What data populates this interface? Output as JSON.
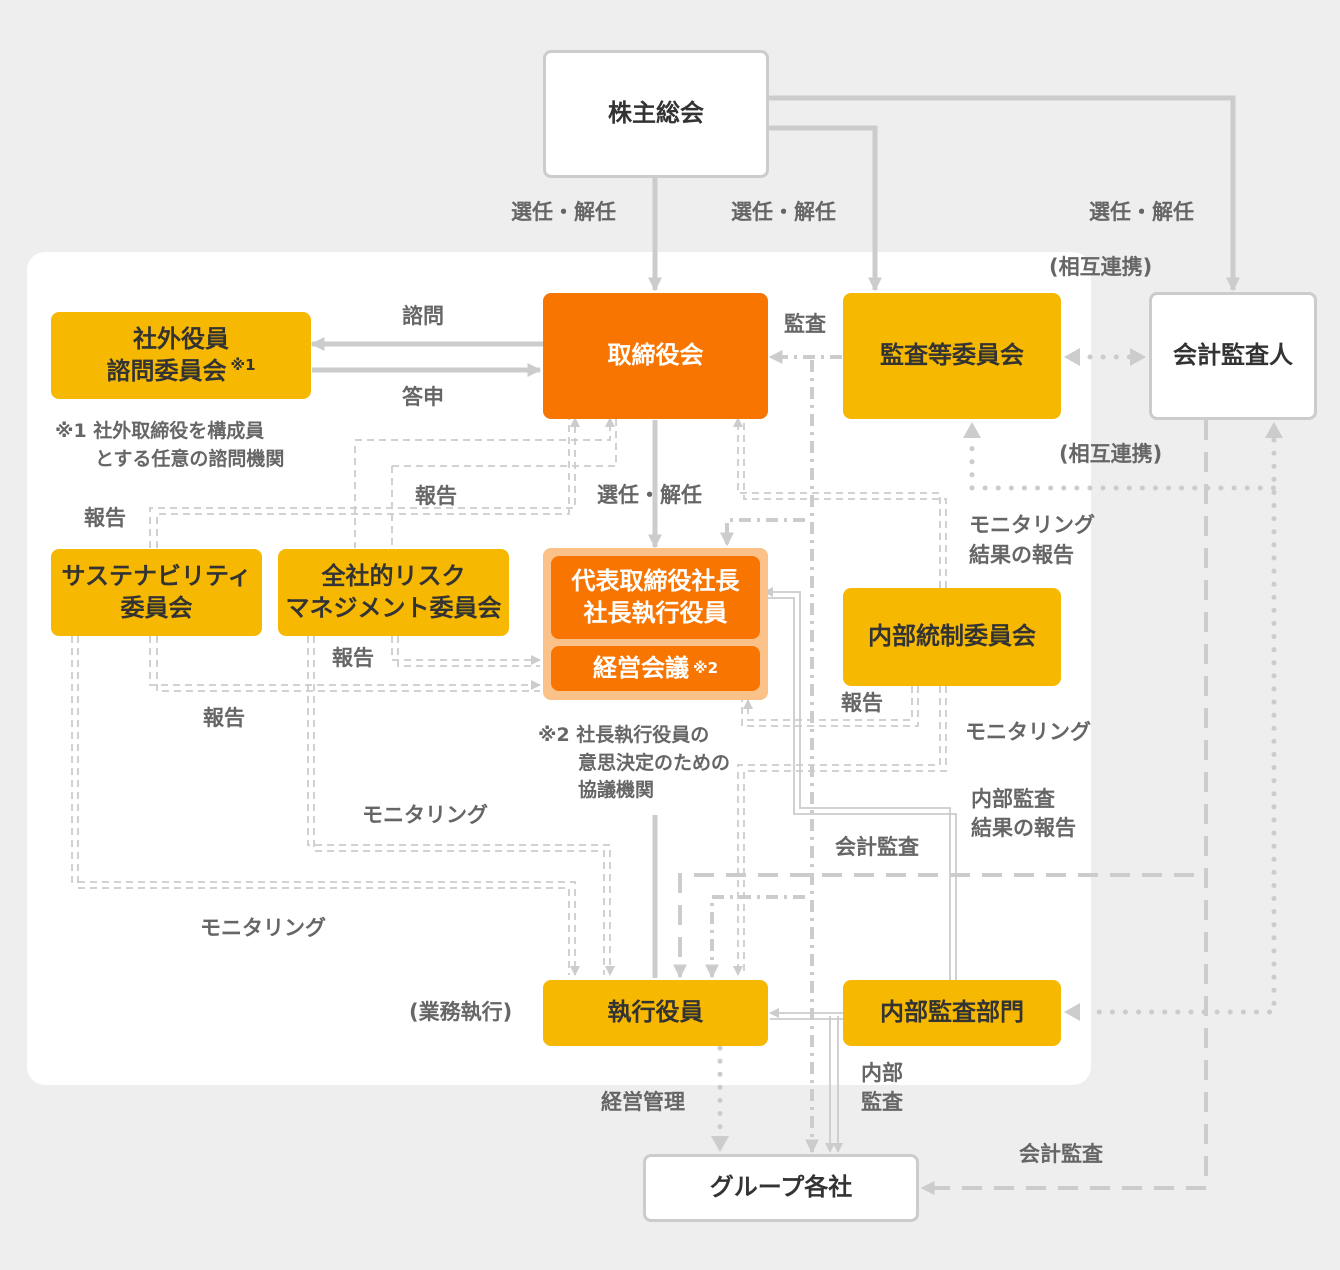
{
  "colors": {
    "background": "#eeeeee",
    "panel": "#ffffff",
    "orange": "#f77500",
    "yellow": "#f6b800",
    "line": "#cccccc",
    "text": "#666666"
  },
  "nodes": {
    "shareholders": "株主総会",
    "board": "取締役会",
    "audit_committee": "監査等委員会",
    "accounting_auditor": "会計監査人",
    "advisory_line1": "社外役員",
    "advisory_line2": "諮問委員会",
    "advisory_mark": "※1",
    "sustainability_line1": "サステナビリティ",
    "sustainability_line2": "委員会",
    "risk_line1": "全社的リスク",
    "risk_line2": "マネジメント委員会",
    "president_line1": "代表取締役社長",
    "president_line2": "社長執行役員",
    "mgmt_meeting": "経営会議",
    "mgmt_mark": "※2",
    "internal_control": "内部統制委員会",
    "executive_officers": "執行役員",
    "internal_audit_dept": "内部監査部門",
    "group_companies": "グループ各社"
  },
  "labels": {
    "elect1": "選任・解任",
    "elect2": "選任・解任",
    "elect3": "選任・解任",
    "elect4": "選任・解任",
    "mutual1": "(相互連携)",
    "mutual2": "(相互連携)",
    "consult": "諮問",
    "answer": "答申",
    "audit": "監査",
    "report1": "報告",
    "report2": "報告",
    "report3": "報告",
    "report4": "報告",
    "report5": "報告",
    "monitor_result_1": "モニタリング",
    "monitor_result_2": "結果の報告",
    "monitoring1": "モニタリング",
    "monitoring2": "モニタリング",
    "monitoring3": "モニタリング",
    "internal_audit_result_1": "内部監査",
    "internal_audit_result_2": "結果の報告",
    "accounting_audit1": "会計監査",
    "accounting_audit2": "会計監査",
    "business_exec": "(業務執行)",
    "mgmt_control": "経営管理",
    "internal_1": "内部",
    "internal_2": "監査"
  },
  "notes": {
    "note1_line1": "※1 社外取締役を構成員",
    "note1_line2": "とする任意の諮問機関",
    "note2_line1": "※2 社長執行役員の",
    "note2_line2": "意思決定のための",
    "note2_line3": "協議機関"
  }
}
